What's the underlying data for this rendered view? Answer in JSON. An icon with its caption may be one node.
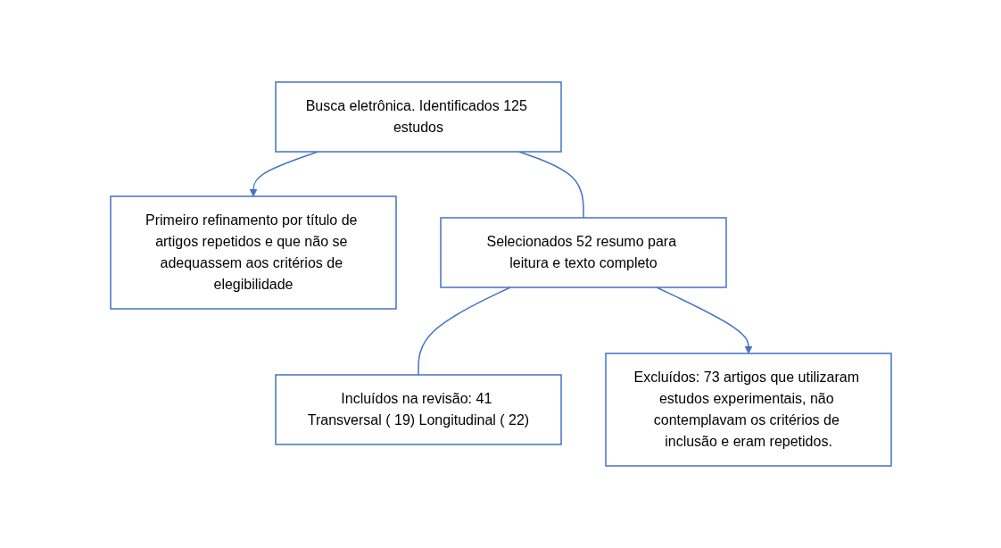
{
  "diagram": {
    "nodes": [
      {
        "text": [
          "Busca eletrônica. Identificados 125 estudos"
        ]
      },
      {
        "text": [
          "Primeiro refinamento por título de artigos repetidos e que não se adequassem aos critérios de elegibilidade"
        ]
      },
      {
        "text": [
          "Selecionados 52 resumo para leitura e texto completo"
        ]
      },
      {
        "text": [
          "Excluídos: 73 artigos que utilizaram estudos experimentais, não contemplavam os critérios de inclusão e eram repetidos."
        ]
      },
      {
        "text": [
          "Incluídos na revisão: 41 Transversal ( 19) Longitudinal ( 22)"
        ]
      }
    ],
    "edges": [
      {
        "from": 0,
        "to": 2,
        "arrow": "none"
      },
      {
        "from": 0,
        "to": 1,
        "arrow": "to"
      },
      {
        "from": 2,
        "to": 4,
        "arrow": "none"
      },
      {
        "from": 2,
        "to": 3,
        "arrow": "to"
      }
    ]
  }
}
